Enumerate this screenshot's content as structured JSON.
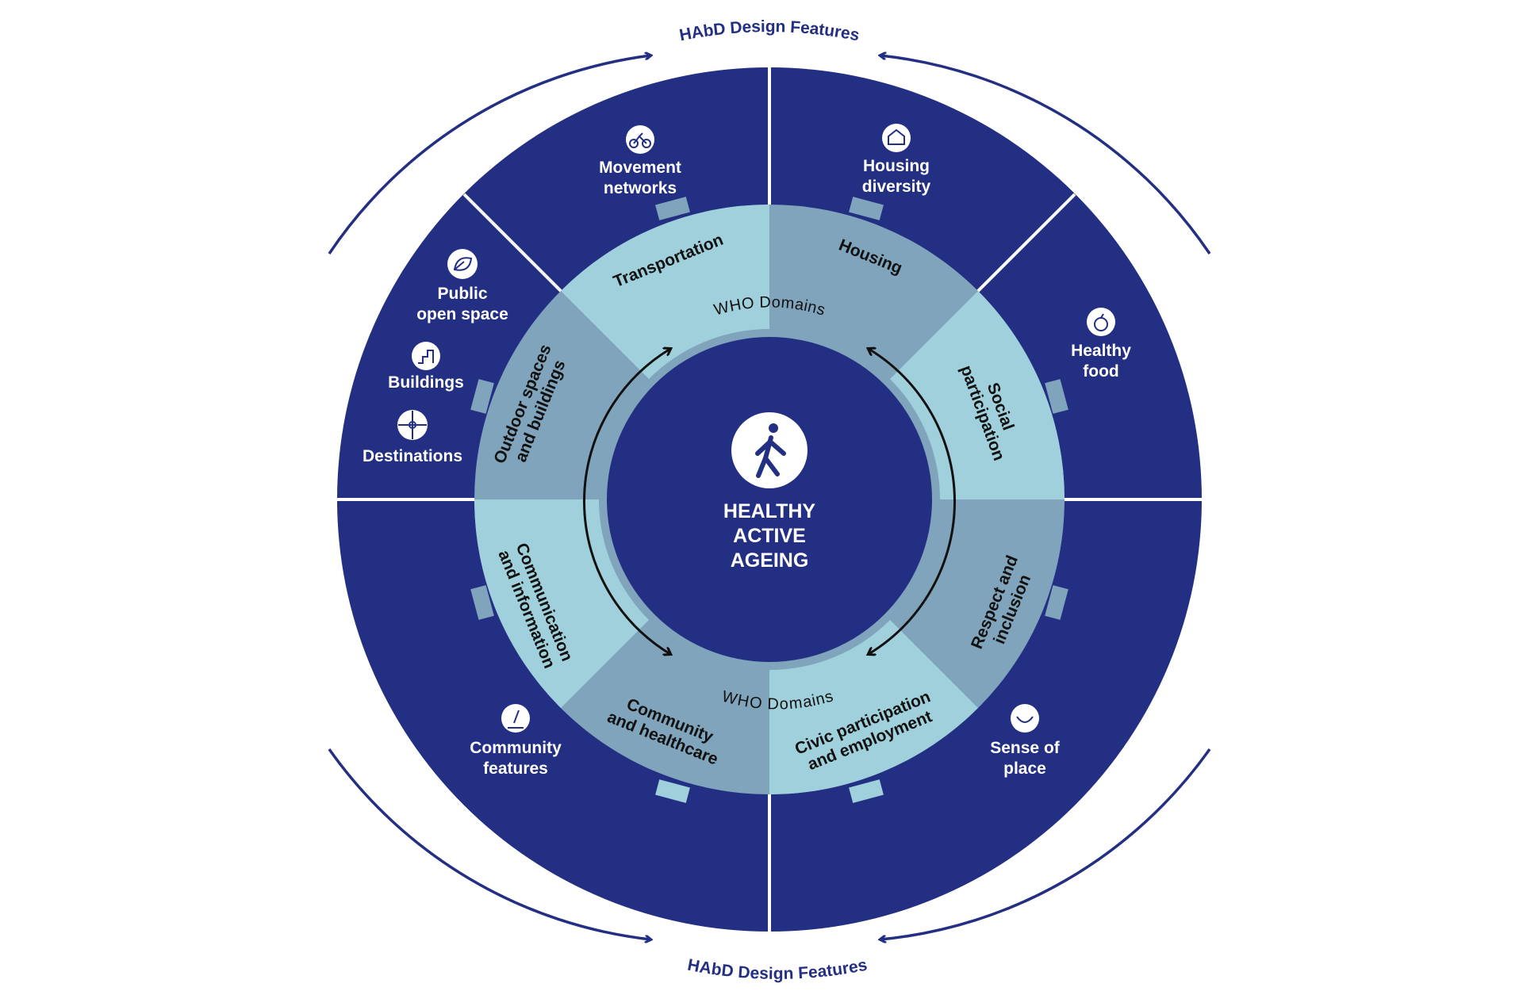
{
  "colors": {
    "outer_blue": "#232f82",
    "ring_dark": "#7fa4bb",
    "ring_light": "#9fd0db",
    "white": "#ffffff",
    "arrow_dark": "#111111"
  },
  "outer_labels": {
    "top": "HAbD Design Features",
    "bottom": "HAbD Design Features"
  },
  "design_features": {
    "movement": {
      "line1": "Movement",
      "line2": "networks",
      "icon": "bicycle-icon"
    },
    "housing_div": {
      "line1": "Housing",
      "line2": "diversity",
      "icon": "house-icon"
    },
    "healthy_food": {
      "line1": "Healthy",
      "line2": "food",
      "icon": "apple-icon"
    },
    "public_space": {
      "line1": "Public",
      "line2": "open space",
      "icon": "leaf-icon"
    },
    "buildings": {
      "line1": "Buildings",
      "icon": "stairs-icon"
    },
    "destinations": {
      "line1": "Destinations",
      "icon": "crosshair-icon"
    },
    "community_features": {
      "line1": "Community",
      "line2": "features",
      "icon": "pencil-icon"
    },
    "sense_place": {
      "line1": "Sense of",
      "line2": "place",
      "icon": "smile-icon"
    }
  },
  "who_domains": {
    "transportation": "Transportation",
    "housing": "Housing",
    "social1": "Social",
    "social2": "participation",
    "respect1": "Respect and",
    "respect2": "inclusion",
    "civic1": "Civic participation",
    "civic2": "and employment",
    "community1": "Community",
    "community2": "and healthcare",
    "communication1": "Communication",
    "communication2": "and information",
    "outdoor1": "Outdoor spaces",
    "outdoor2": "and buildings",
    "label_top": "WHO Domains",
    "label_bottom": "WHO Domains"
  },
  "center": {
    "line1": "HEALTHY",
    "line2": "ACTIVE",
    "line3": "AGEING",
    "icon": "walking-person-icon"
  }
}
